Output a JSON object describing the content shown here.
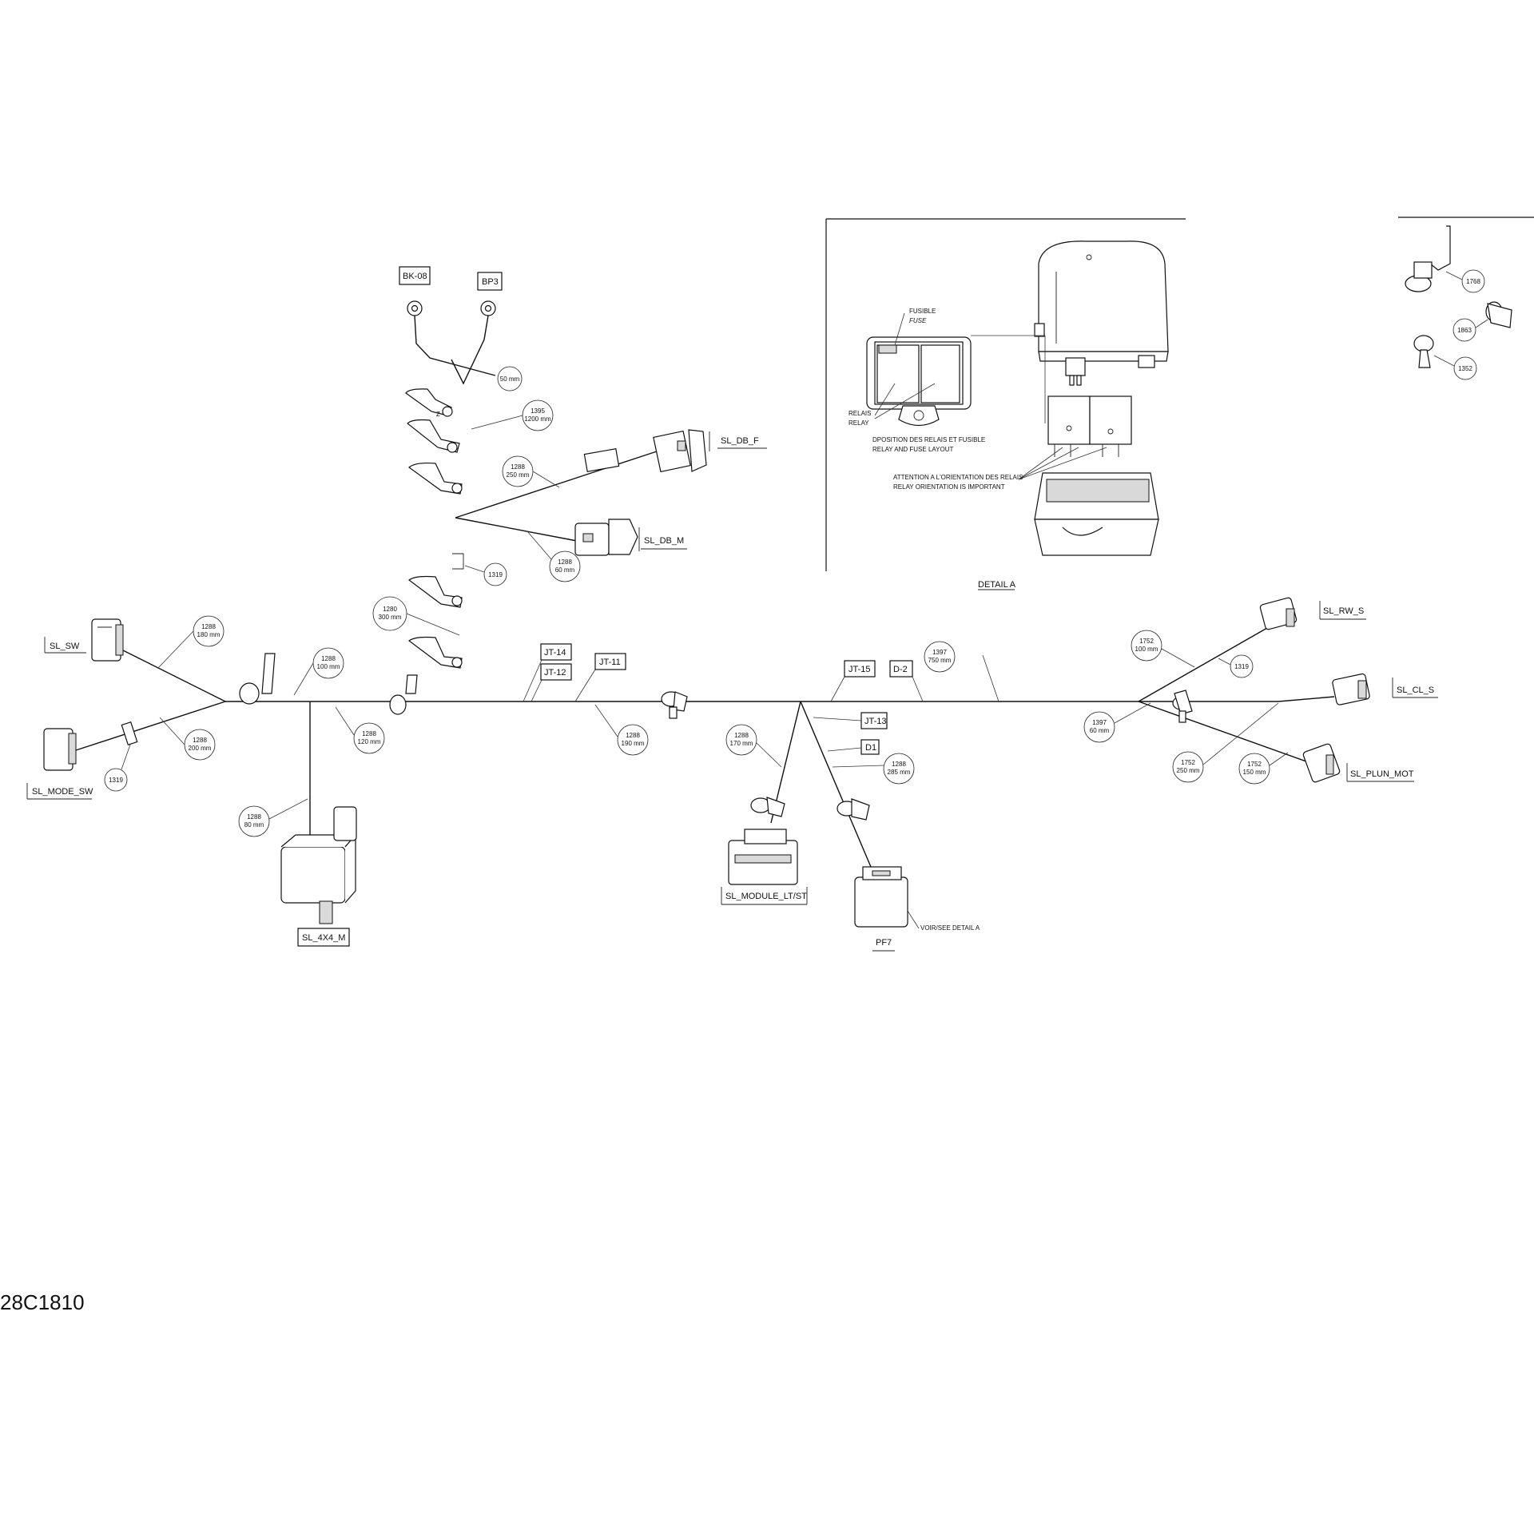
{
  "drawing_number": "28C1810",
  "detail": {
    "title": "DETAIL A",
    "fuse_fr": "FUSIBLE",
    "fuse_en": "FUSE",
    "relay_fr": "RELAIS",
    "relay_en": "RELAY",
    "layout_fr": "DPOSITION DES RELAIS ET FUSIBLE",
    "layout_en": "RELAY AND FUSE LAYOUT",
    "orient_fr": "ATTENTION A L'ORIENTATION DES RELAIS",
    "orient_en": "RELAY ORIENTATION IS IMPORTANT"
  },
  "see_detail": "VOIR/SEE DETAIL A",
  "connectors": {
    "bk08": "BK-08",
    "bp3": "BP3",
    "sl_db_f": "SL_DB_F",
    "sl_db_m": "SL_DB_M",
    "sl_sw": "SL_SW",
    "sl_mode_sw": "SL_MODE_SW",
    "sl_4x4_m": "SL_4X4_M",
    "sl_module": "SL_MODULE_LT/ST",
    "pf7": "PF7",
    "sl_rw_s": "SL_RW_S",
    "sl_cl_s": "SL_CL_S",
    "sl_plun_mot": "SL_PLUN_MOT"
  },
  "junctions": {
    "jt14": "JT-14",
    "jt12": "JT-12",
    "jt11": "JT-11",
    "jt15": "JT-15",
    "d2": "D-2",
    "jt13": "JT-13",
    "d1": "D1"
  },
  "callouts": {
    "c50": {
      "part": "",
      "len": "50 mm"
    },
    "c1395": {
      "part": "1395",
      "len": "1200 mm"
    },
    "c1288a": {
      "part": "1288",
      "len": "250 mm"
    },
    "c1288b": {
      "part": "1288",
      "len": "60 mm"
    },
    "c1319a": {
      "part": "1319",
      "len": ""
    },
    "c1280": {
      "part": "1280",
      "len": "300 mm"
    },
    "c1288c": {
      "part": "1288",
      "len": "180 mm"
    },
    "c1288d": {
      "part": "1288",
      "len": "100 mm"
    },
    "c1288e": {
      "part": "1288",
      "len": "200 mm"
    },
    "c1319b": {
      "part": "1319",
      "len": ""
    },
    "c1288f": {
      "part": "1288",
      "len": "120 mm"
    },
    "c1288g": {
      "part": "1288",
      "len": "80 mm"
    },
    "c1288h": {
      "part": "1288",
      "len": "190 mm"
    },
    "c1397a": {
      "part": "1397",
      "len": "750 mm"
    },
    "c1288i": {
      "part": "1288",
      "len": "170 mm"
    },
    "c1288j": {
      "part": "1288",
      "len": "285 mm"
    },
    "c1752a": {
      "part": "1752",
      "len": "100 mm"
    },
    "c1319c": {
      "part": "1319",
      "len": ""
    },
    "c1397b": {
      "part": "1397",
      "len": "60 mm"
    },
    "c1752b": {
      "part": "1752",
      "len": "250 mm"
    },
    "c1752c": {
      "part": "1752",
      "len": "150 mm"
    },
    "c1768": {
      "part": "1768",
      "len": ""
    },
    "c1863": {
      "part": "1863",
      "len": ""
    },
    "c1352": {
      "part": "1352",
      "len": ""
    }
  }
}
